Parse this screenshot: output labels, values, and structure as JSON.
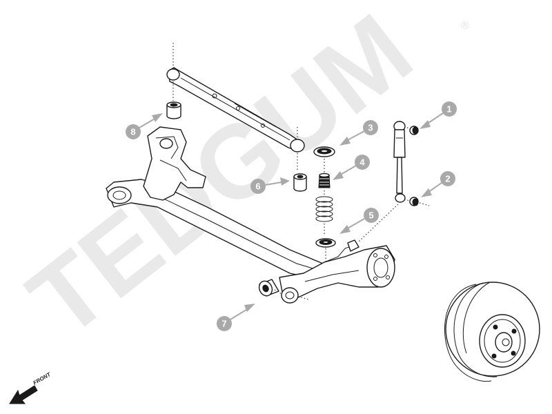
{
  "watermark": {
    "text": "TEDGUM",
    "registered_mark": "®"
  },
  "front_indicator": {
    "label": "FRONT"
  },
  "callouts": [
    "1",
    "2",
    "3",
    "4",
    "5",
    "6",
    "7",
    "8"
  ],
  "colors": {
    "callout_gray": "#a9a9a9",
    "line_art": "#1a1a1a",
    "watermark": "#e9e9e9"
  }
}
